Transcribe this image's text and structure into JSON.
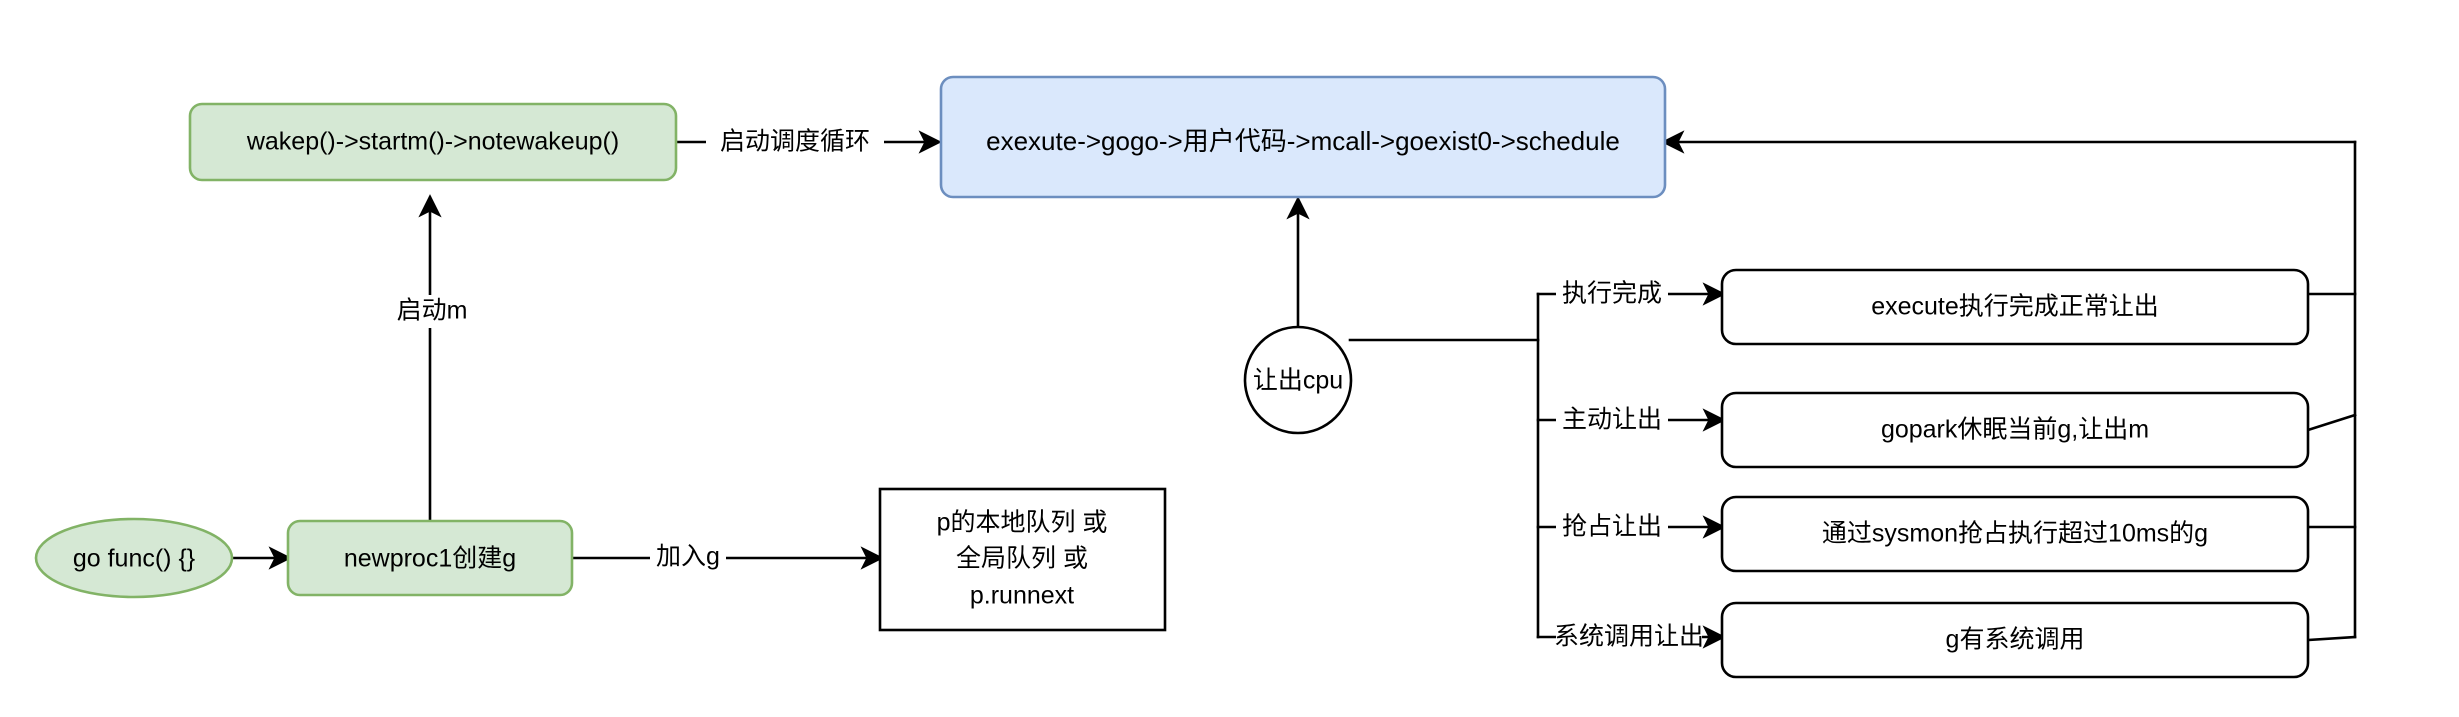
{
  "diagram": {
    "title": "Go scheduler goroutine lifecycle flowchart",
    "colors": {
      "green_fill": "#d5e8d4",
      "green_stroke": "#82b366",
      "blue_fill": "#dae8fc",
      "blue_stroke": "#6c8ebf",
      "white_fill": "#ffffff",
      "line": "#000000",
      "background": "#ffffff"
    },
    "nodes": {
      "go_func": "go func() {}",
      "newproc1": "newproc1创建g",
      "wakep": "wakep()->startm()->notewakeup()",
      "schedule": "exexute->gogo->用户代码->mcall->goexist0->schedule",
      "queue_line1": "p的本地队列 或",
      "queue_line2": "全局队列 或",
      "queue_line3": "p.runnext",
      "yield_cpu": "让出cpu",
      "outcome_1": "execute执行完成正常让出",
      "outcome_2": "gopark休眠当前g,让出m",
      "outcome_3": "通过sysmon抢占执行超过10ms的g",
      "outcome_4": "g有系统调用"
    },
    "edge_labels": {
      "start_schedule_loop": "启动调度循环",
      "start_m": "启动m",
      "add_g": "加入g",
      "branch_1": "执行完成",
      "branch_2": "主动让出",
      "branch_3": "抢占让出",
      "branch_4": "系统调用让出"
    }
  }
}
